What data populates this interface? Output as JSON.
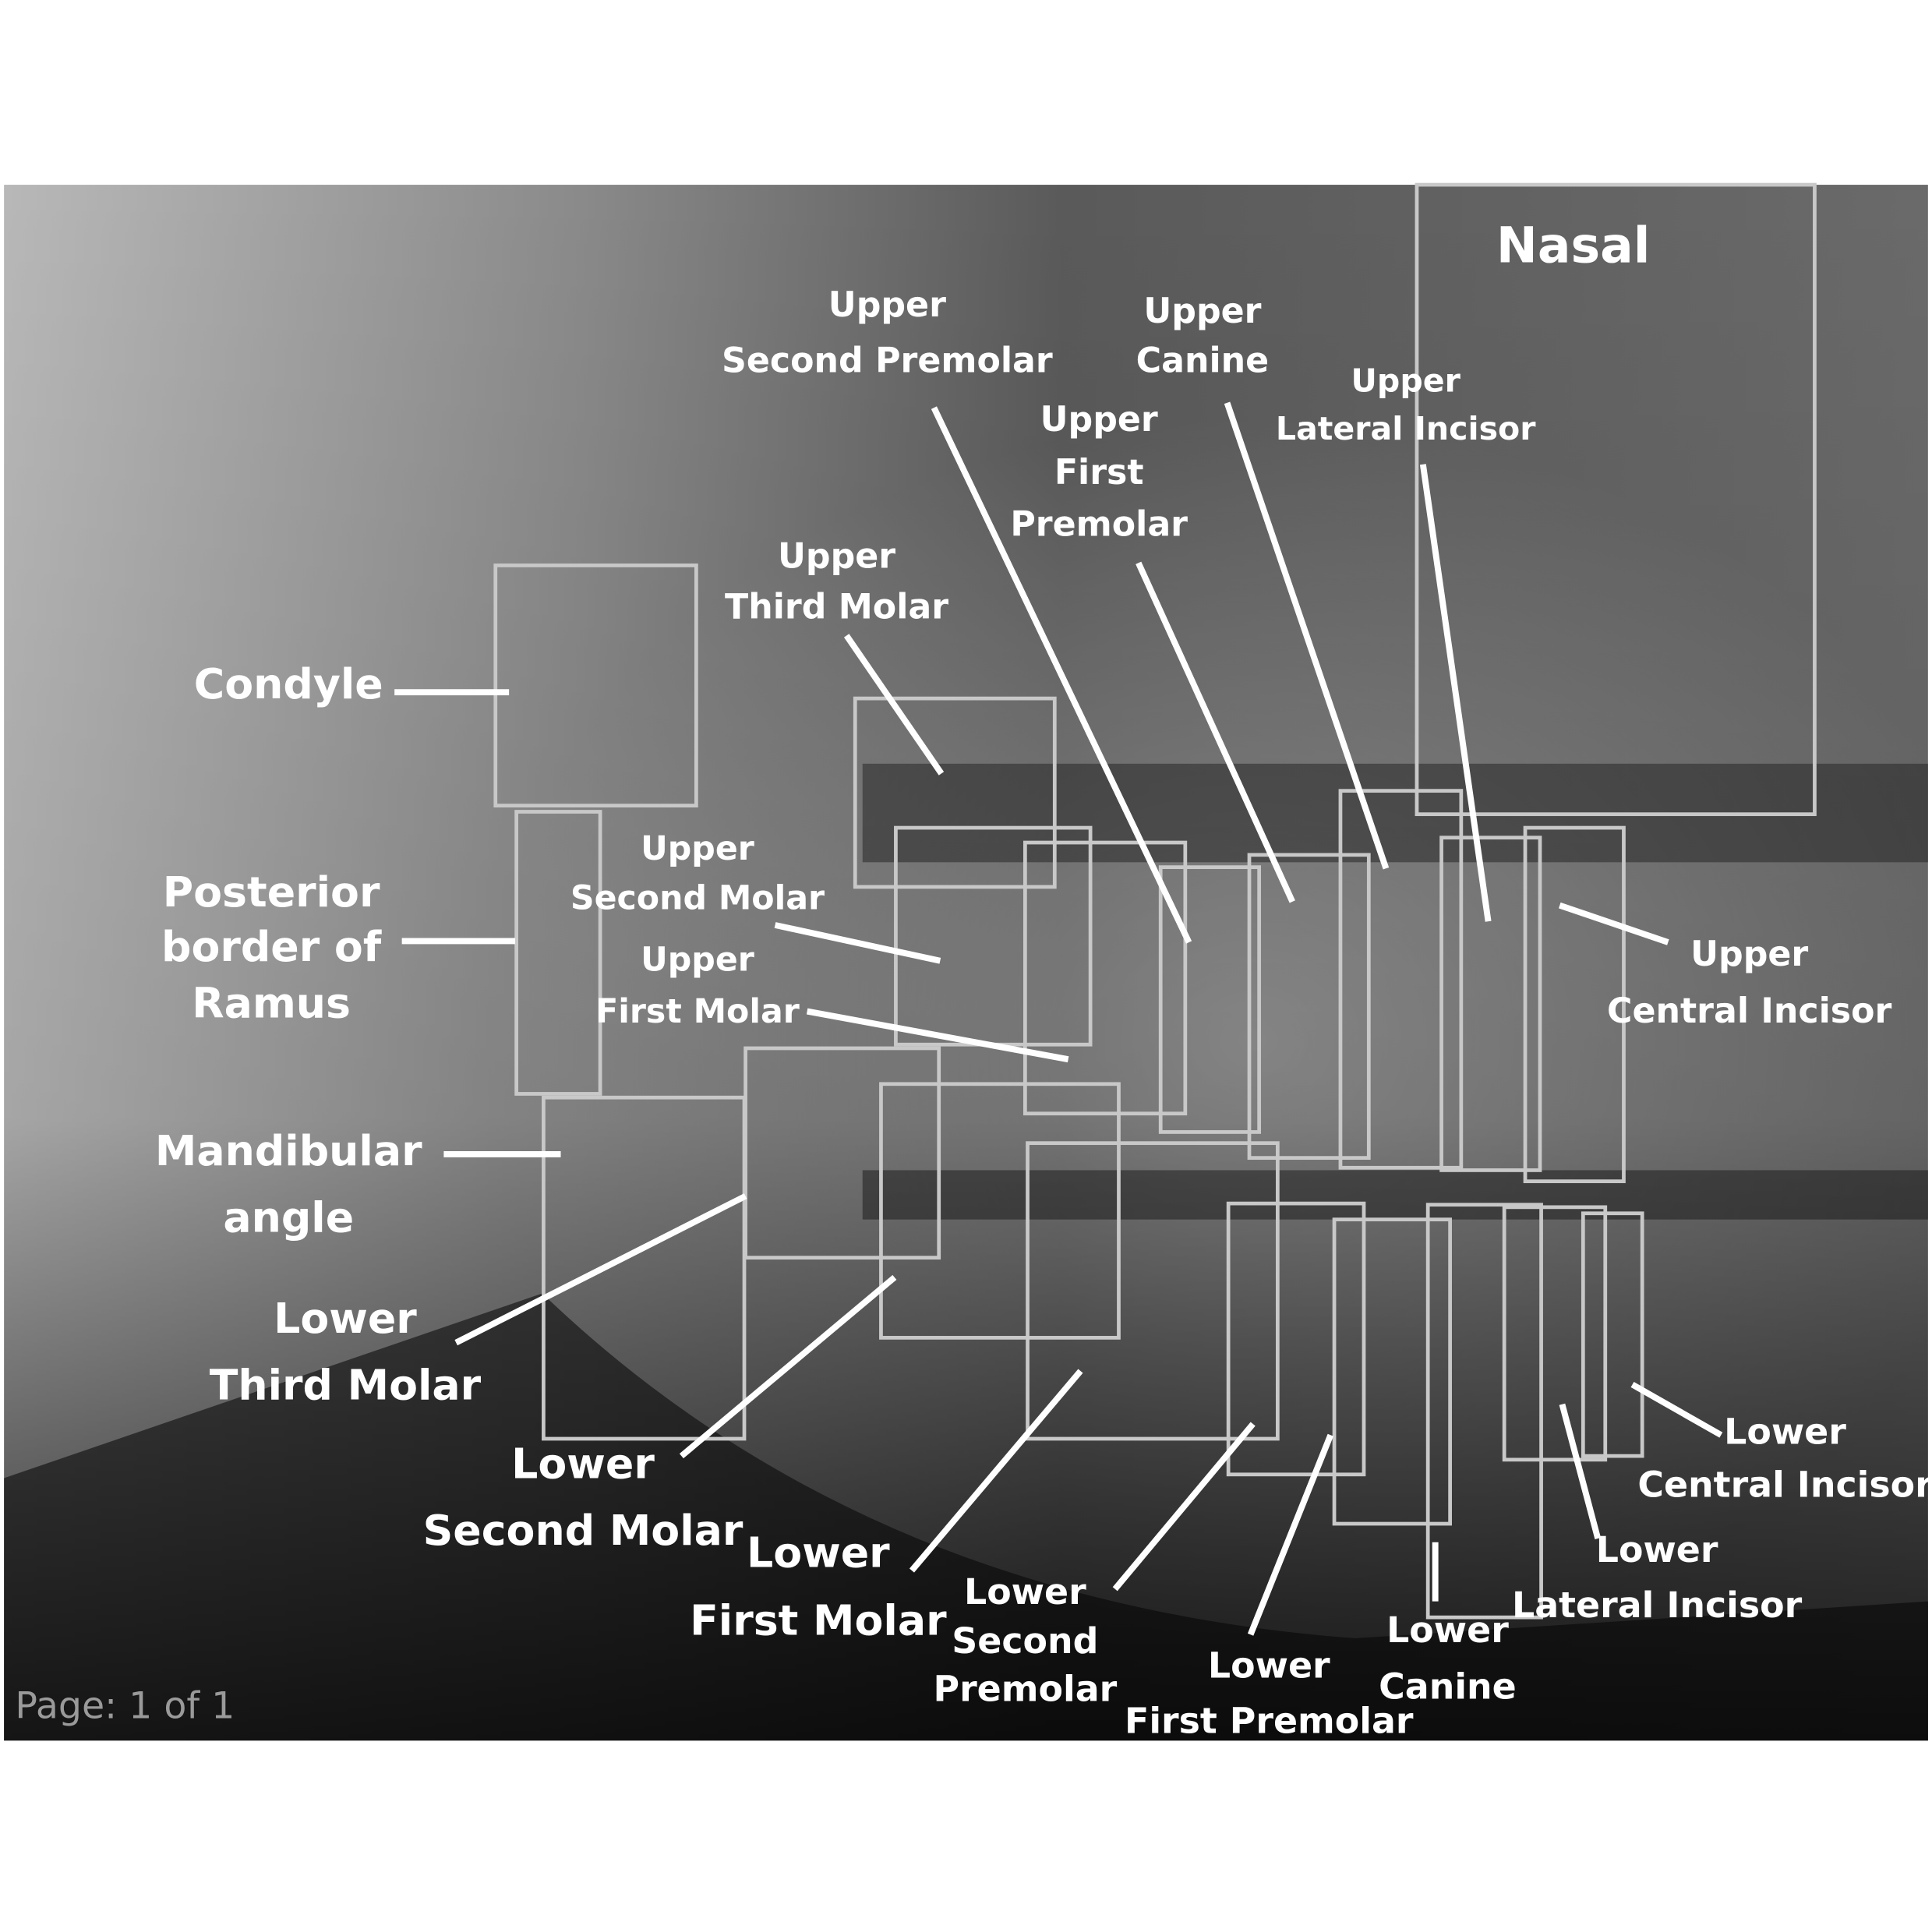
{
  "figure": {
    "type": "annotated panoramic dental radiograph",
    "page_indicator": "Page: 1 of 1",
    "labels": {
      "nasal": [
        "Nasal"
      ],
      "upper_second_premolar": [
        "Upper",
        "Second Premolar"
      ],
      "upper_canine": [
        "Upper",
        "Canine"
      ],
      "upper_lateral_incisor": [
        "Upper",
        "Lateral Incisor"
      ],
      "upper_first_premolar": [
        "Upper",
        "First",
        "Premolar"
      ],
      "upper_third_molar": [
        "Upper",
        "Third Molar"
      ],
      "condyle": [
        "Condyle"
      ],
      "posterior_border_of_ramus": [
        "Posterior",
        "border of",
        "Ramus"
      ],
      "upper_second_molar": [
        "Upper",
        "Second Molar"
      ],
      "upper_first_molar": [
        "Upper",
        "First Molar"
      ],
      "upper_central_incisor": [
        "Upper",
        "Central Incisor"
      ],
      "mandibular_angle": [
        "Mandibular",
        "angle"
      ],
      "lower_third_molar": [
        "Lower",
        "Third Molar"
      ],
      "lower_second_molar": [
        "Lower",
        "Second Molar"
      ],
      "lower_first_molar": [
        "Lower",
        "First Molar"
      ],
      "lower_second_premolar": [
        "Lower",
        "Second",
        "Premolar"
      ],
      "lower_first_premolar": [
        "Lower",
        "First Premolar"
      ],
      "lower_canine": [
        "Lower",
        "Canine"
      ],
      "lower_central_incisor": [
        "Lower",
        "Central Incisor"
      ],
      "lower_lateral_incisor": [
        "Lower",
        "Lateral Incisor"
      ]
    }
  }
}
